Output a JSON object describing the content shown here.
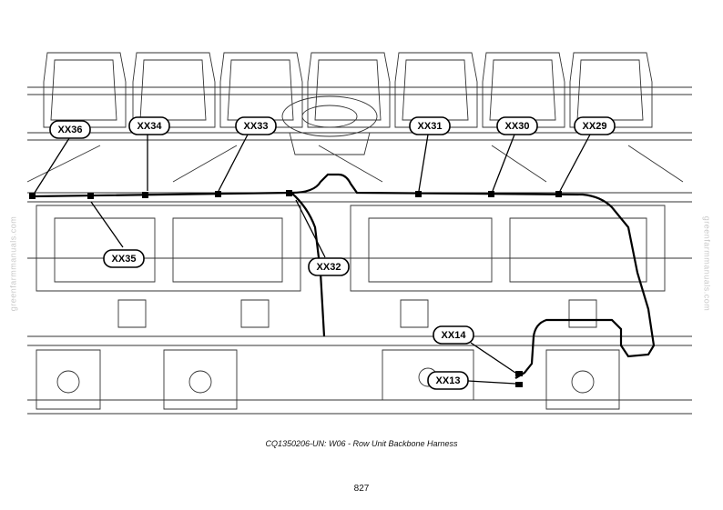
{
  "diagram": {
    "callouts": [
      {
        "id": "xx36",
        "label": "XX36"
      },
      {
        "id": "xx34",
        "label": "XX34"
      },
      {
        "id": "xx33",
        "label": "XX33"
      },
      {
        "id": "xx31",
        "label": "XX31"
      },
      {
        "id": "xx30",
        "label": "XX30"
      },
      {
        "id": "xx29",
        "label": "XX29"
      },
      {
        "id": "xx35",
        "label": "XX35"
      },
      {
        "id": "xx32",
        "label": "XX32"
      },
      {
        "id": "xx14",
        "label": "XX14"
      },
      {
        "id": "xx13",
        "label": "XX13"
      }
    ]
  },
  "caption": "CQ1350206-UN: W06 - Row Unit Backbone Harness",
  "page_number": "827",
  "watermark": "greenfarmmanuals.com"
}
